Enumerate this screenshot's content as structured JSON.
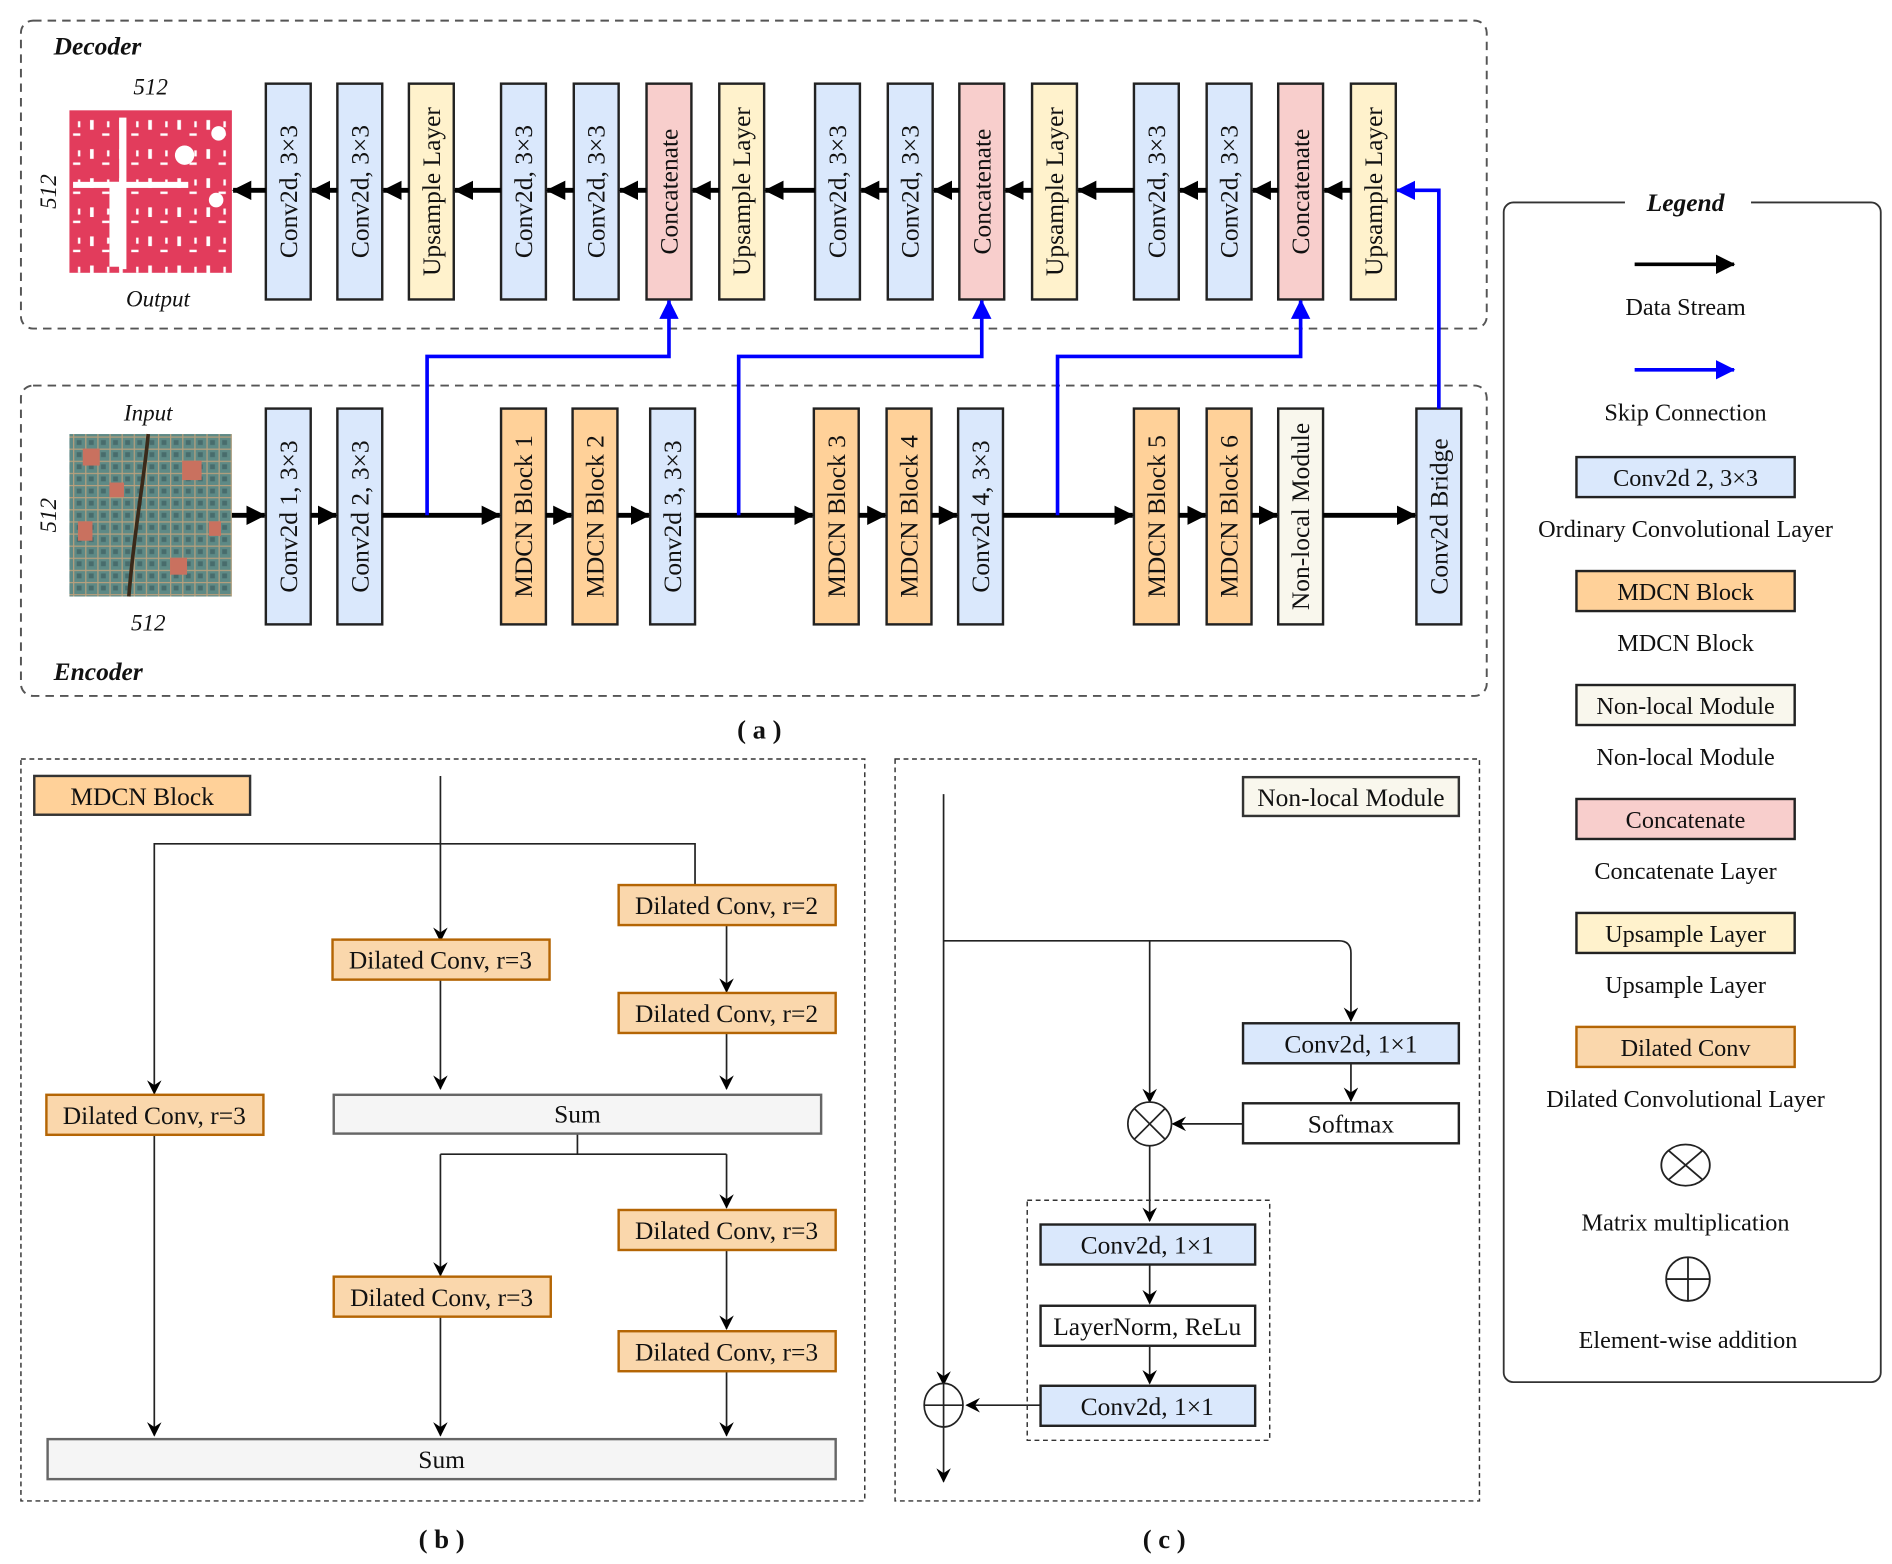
{
  "colors": {
    "conv": "#dae8fc",
    "mdcn": "#ffd199",
    "nonlocal": "#f9f7ed",
    "concat": "#f8cecc",
    "upsample": "#fff2cc",
    "dilated": "#fad7ac",
    "dilated_border": "#b46504",
    "sum": "#f5f5f5",
    "skip": "#0000ff",
    "stream": "#000000"
  },
  "panel_a": {
    "caption": "( a )",
    "decoder": {
      "title": "Decoder",
      "output_label": "Output",
      "size_top": "512",
      "size_left": "512",
      "layers": [
        {
          "label": "Conv2d, 3×3",
          "type": "conv"
        },
        {
          "label": "Conv2d, 3×3",
          "type": "conv"
        },
        {
          "label": "Upsample Layer",
          "type": "upsample"
        },
        {
          "label": "Conv2d, 3×3",
          "type": "conv"
        },
        {
          "label": "Conv2d, 3×3",
          "type": "conv"
        },
        {
          "label": "Concatenate",
          "type": "concat"
        },
        {
          "label": "Upsample Layer",
          "type": "upsample"
        },
        {
          "label": "Conv2d, 3×3",
          "type": "conv"
        },
        {
          "label": "Conv2d, 3×3",
          "type": "conv"
        },
        {
          "label": "Concatenate",
          "type": "concat"
        },
        {
          "label": "Upsample Layer",
          "type": "upsample"
        },
        {
          "label": "Conv2d, 3×3",
          "type": "conv"
        },
        {
          "label": "Conv2d, 3×3",
          "type": "conv"
        },
        {
          "label": "Concatenate",
          "type": "concat"
        },
        {
          "label": "Upsample Layer",
          "type": "upsample"
        }
      ]
    },
    "encoder": {
      "title": "Encoder",
      "input_label": "Input",
      "size_bottom": "512",
      "size_left": "512",
      "layers": [
        {
          "label": "Conv2d 1, 3×3",
          "type": "conv"
        },
        {
          "label": "Conv2d 2, 3×3",
          "type": "conv"
        },
        {
          "label": "MDCN Block 1",
          "type": "mdcn"
        },
        {
          "label": "MDCN Block 2",
          "type": "mdcn"
        },
        {
          "label": "Conv2d 3, 3×3",
          "type": "conv"
        },
        {
          "label": "MDCN Block 3",
          "type": "mdcn"
        },
        {
          "label": "MDCN Block 4",
          "type": "mdcn"
        },
        {
          "label": "Conv2d 4, 3×3",
          "type": "conv"
        },
        {
          "label": "MDCN Block 5",
          "type": "mdcn"
        },
        {
          "label": "MDCN Block 6",
          "type": "mdcn"
        },
        {
          "label": "Non-local Module",
          "type": "nonlocal"
        },
        {
          "label": "Conv2d Bridge",
          "type": "conv"
        }
      ]
    }
  },
  "panel_b": {
    "caption": "( b )",
    "title": "MDCN Block",
    "nodes": {
      "left_dc": "Dilated Conv, r=3",
      "mid_dc_top": "Dilated Conv, r=3",
      "right_dc_1": "Dilated Conv, r=2",
      "right_dc_2": "Dilated Conv, r=2",
      "sum_1": "Sum",
      "right_dc_3": "Dilated Conv, r=3",
      "mid_dc_bottom": "Dilated Conv, r=3",
      "right_dc_4": "Dilated Conv, r=3",
      "sum_2": "Sum"
    }
  },
  "panel_c": {
    "caption": "( c )",
    "title": "Non-local Module",
    "nodes": {
      "conv_a": "Conv2d, 1×1",
      "softmax": "Softmax",
      "conv_b": "Conv2d, 1×1",
      "layernorm": "LayerNorm, ReLu",
      "conv_c": "Conv2d, 1×1"
    }
  },
  "legend": {
    "title": "Legend",
    "items": [
      {
        "kind": "arrow-black",
        "desc": "Data Stream"
      },
      {
        "kind": "arrow-blue",
        "desc": "Skip Connection"
      },
      {
        "kind": "box",
        "sample": "Conv2d 2, 3×3",
        "type": "conv",
        "desc": "Ordinary Convolutional Layer"
      },
      {
        "kind": "box",
        "sample": "MDCN Block",
        "type": "mdcn",
        "desc": "MDCN Block"
      },
      {
        "kind": "box",
        "sample": "Non-local Module",
        "type": "nonlocal",
        "desc": "Non-local Module"
      },
      {
        "kind": "box",
        "sample": "Concatenate",
        "type": "concat",
        "desc": "Concatenate Layer"
      },
      {
        "kind": "box",
        "sample": "Upsample Layer",
        "type": "upsample",
        "desc": "Upsample Layer"
      },
      {
        "kind": "box",
        "sample": "Dilated Conv",
        "type": "dilated",
        "desc": "Dilated Convolutional Layer"
      },
      {
        "kind": "otimes",
        "desc": "Matrix multiplication"
      },
      {
        "kind": "oplus",
        "desc": "Element-wise addition"
      }
    ]
  }
}
